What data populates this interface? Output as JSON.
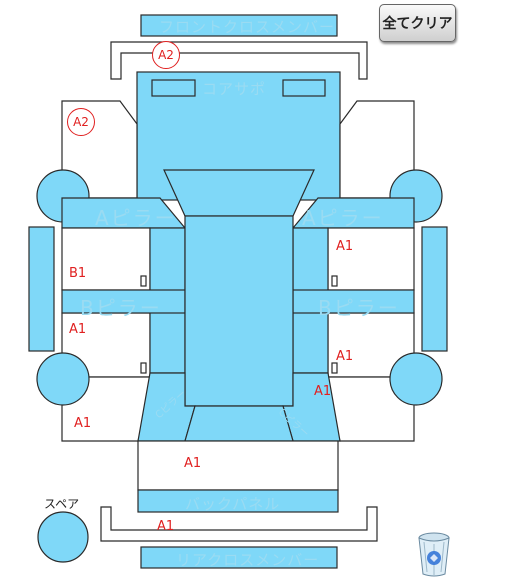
{
  "buttons": {
    "clear_all": "全てクリア"
  },
  "labels": {
    "front_cross_member": "フロントクロスメンバー",
    "core_support": "コアサポ",
    "a_pillar_left": "Aピラー",
    "a_pillar_right": "Aピラー",
    "b_pillar_left": "Bピラー",
    "b_pillar_right": "Bピラー",
    "back_panel": "バックパネル",
    "rear_cross_member": "リアクロスメンバー",
    "spare": "スペア",
    "c_pillar_left": "Cピラー",
    "c_pillar_right": "Cピラー"
  },
  "damage_codes": {
    "front_cross_member": "A2",
    "front_left_fender": "A2",
    "front_right_door": "A1",
    "front_left_door": "B1",
    "rear_left_door": "A1",
    "rear_right_door": "A1",
    "rear_right_quarter": "A1",
    "rear_left_quarter": "A1",
    "trunk_floor": "A1",
    "rear_panel": "A1"
  },
  "colors": {
    "part_fill": "#7fd8f8",
    "outline": "#2a2a2a",
    "label_text": "#9adbf2",
    "damage_code": "#e02020"
  },
  "icons": {
    "trash": "trash-icon"
  }
}
